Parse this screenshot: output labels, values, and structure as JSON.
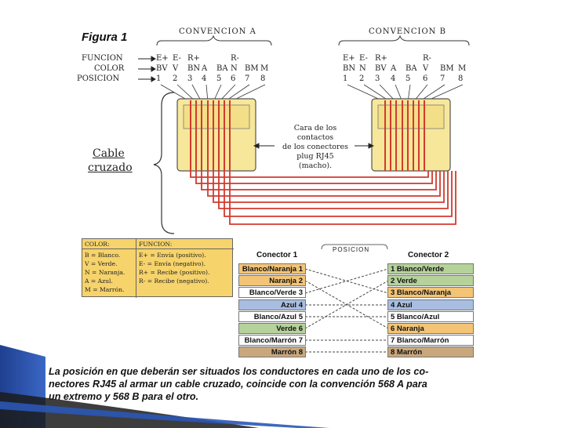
{
  "figure_title": "Figura 1",
  "convention_a_title": "CONVENCION A",
  "convention_b_title": "CONVENCION B",
  "row_labels": {
    "funcion": "FUNCION",
    "color": "COLOR",
    "posicion": "POSICION"
  },
  "conv_a": {
    "funcion": [
      "E+",
      "E-",
      "R+",
      "",
      "",
      "R-",
      "",
      ""
    ],
    "color": [
      "BV",
      "V",
      "BN",
      "A",
      "BA",
      "N",
      "BM",
      "M"
    ],
    "posicion": [
      "1",
      "2",
      "3",
      "4",
      "5",
      "6",
      "7",
      "8"
    ]
  },
  "conv_b": {
    "funcion": [
      "E+",
      "E-",
      "R+",
      "",
      "",
      "R-",
      "",
      ""
    ],
    "color": [
      "BN",
      "N",
      "BV",
      "A",
      "BA",
      "V",
      "BM",
      "M"
    ],
    "posicion": [
      "1",
      "2",
      "3",
      "4",
      "5",
      "6",
      "7",
      "8"
    ]
  },
  "cable_label_line1": "Cable",
  "cable_label_line2": "cruzado",
  "contacts_note": [
    "Cara de los",
    "contactos",
    "de los conectores",
    "plug RJ45",
    "(macho)."
  ],
  "legend": {
    "color_header": "COLOR:",
    "funcion_header": "FUNCION:",
    "color_items": [
      "B = Blanco.",
      "V = Verde.",
      "N = Naranja.",
      "A = Azul.",
      "M = Marrón."
    ],
    "funcion_items": [
      "E+ = Envía (positivo).",
      "E- = Envía (negativo).",
      "R+ = Recibe (positivo).",
      "R- = Recibe (negativo)."
    ]
  },
  "table": {
    "posicion_label": "POSICION",
    "conector1_title": "Conector 1",
    "conector2_title": "Conector 2",
    "left": [
      {
        "label": "Blanco/Naranja",
        "pos": "1",
        "color": "#f3c476"
      },
      {
        "label": "Naranja",
        "pos": "2",
        "color": "#f3c476"
      },
      {
        "label": "Blanco/Verde",
        "pos": "3",
        "color": "#ffffff"
      },
      {
        "label": "Azul",
        "pos": "4",
        "color": "#a8bde0"
      },
      {
        "label": "Blanco/Azul",
        "pos": "5",
        "color": "#ffffff"
      },
      {
        "label": "Verde",
        "pos": "6",
        "color": "#b5d29a"
      },
      {
        "label": "Blanco/Marrón",
        "pos": "7",
        "color": "#ffffff"
      },
      {
        "label": "Marrón",
        "pos": "8",
        "color": "#c9a77d"
      }
    ],
    "right": [
      {
        "pos": "1",
        "label": "Blanco/Verde",
        "color": "#b5d29a"
      },
      {
        "pos": "2",
        "label": "Verde",
        "color": "#b5d29a"
      },
      {
        "pos": "3",
        "label": "Blanco/Naranja",
        "color": "#f3c476"
      },
      {
        "pos": "4",
        "label": "Azul",
        "color": "#a8bde0"
      },
      {
        "pos": "5",
        "label": "Blanco/Azul",
        "color": "#ffffff"
      },
      {
        "pos": "6",
        "label": "Naranja",
        "color": "#f3c476"
      },
      {
        "pos": "7",
        "label": "Blanco/Marrón",
        "color": "#ffffff"
      },
      {
        "pos": "8",
        "label": "Marrón",
        "color": "#c9a77d"
      }
    ]
  },
  "caption_lines": [
    "La posición en que deberán ser situados los conductores en cada uno de los co-",
    "nectores RJ45 al armar un cable cruzado, coincide con la convención 568 A para",
    "un extremo y 568 B para el otro."
  ],
  "colors": {
    "connector_fill": "#f7e79a",
    "wire_red": "#d23a2e",
    "legend_fill": "#f6d36b",
    "accent_blue": "#1f3f8f"
  }
}
